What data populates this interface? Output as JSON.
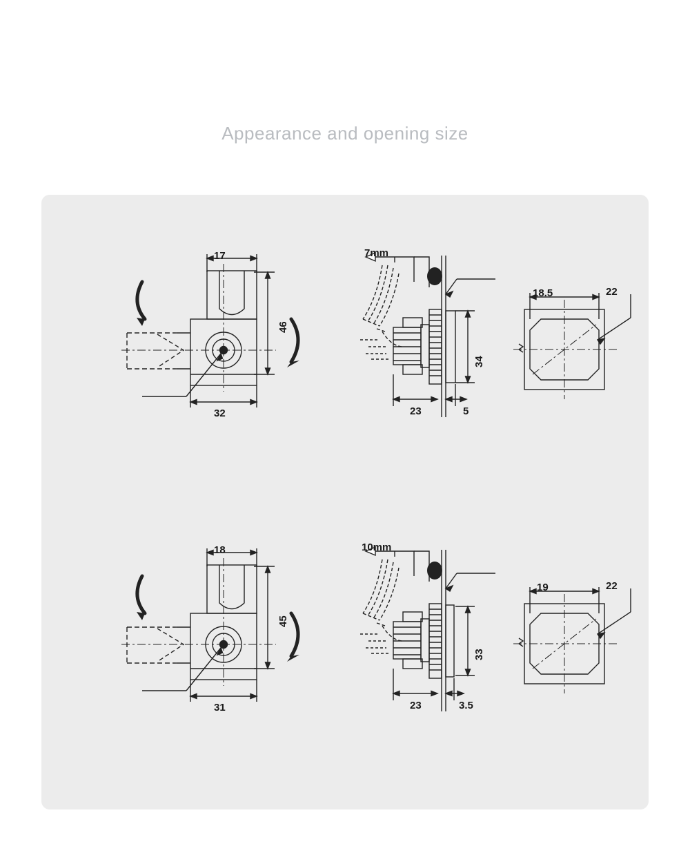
{
  "page": {
    "title": "Appearance and opening size",
    "background": "#ffffff",
    "panel_color": "#ececec",
    "title_color": "#b9bcc0",
    "line_color": "#222222"
  },
  "diagrams": [
    {
      "id": "row1-front-view",
      "name": "cam-lock-front-view-large",
      "labels": [
        {
          "key": "width_top",
          "text": "17"
        },
        {
          "key": "height",
          "text": "46"
        },
        {
          "key": "width_body",
          "text": "32"
        }
      ]
    },
    {
      "id": "row1-side-view",
      "name": "cam-lock-side-view-large",
      "labels": [
        {
          "key": "panel_thickness",
          "text": "7mm"
        },
        {
          "key": "face_height",
          "text": "34"
        },
        {
          "key": "body_depth",
          "text": "23"
        },
        {
          "key": "face_depth",
          "text": "5"
        }
      ]
    },
    {
      "id": "row1-cutout",
      "name": "panel-cutout-large",
      "labels": [
        {
          "key": "cutout_width",
          "text": "18.5"
        },
        {
          "key": "cutout_diagonal",
          "text": "22"
        }
      ]
    },
    {
      "id": "row2-front-view",
      "name": "cam-lock-front-view-small",
      "labels": [
        {
          "key": "width_top",
          "text": "18"
        },
        {
          "key": "height",
          "text": "45"
        },
        {
          "key": "width_body",
          "text": "31"
        }
      ]
    },
    {
      "id": "row2-side-view",
      "name": "cam-lock-side-view-small",
      "labels": [
        {
          "key": "panel_thickness",
          "text": "10mm"
        },
        {
          "key": "face_height",
          "text": "33"
        },
        {
          "key": "body_depth",
          "text": "23"
        },
        {
          "key": "face_depth",
          "text": "3.5"
        }
      ]
    },
    {
      "id": "row2-cutout",
      "name": "panel-cutout-small",
      "labels": [
        {
          "key": "cutout_width",
          "text": "19"
        },
        {
          "key": "cutout_diagonal",
          "text": "22"
        }
      ]
    }
  ]
}
